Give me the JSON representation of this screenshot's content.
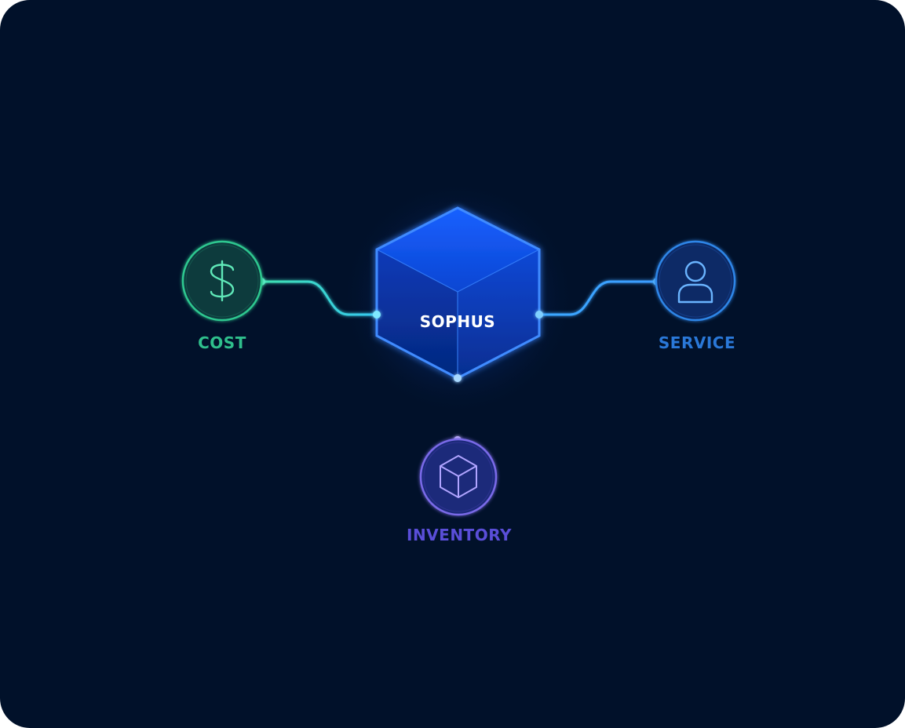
{
  "hub": {
    "label": "SOPHUS",
    "color": "#1e6bff"
  },
  "nodes": [
    {
      "id": "cost",
      "label": "COST",
      "icon": "dollar-icon",
      "color": "#3fd8a0"
    },
    {
      "id": "service",
      "label": "SERVICE",
      "icon": "user-icon",
      "color": "#2f7fe0"
    },
    {
      "id": "inventory",
      "label": "INVENTORY",
      "icon": "box-icon",
      "color": "#6a5be0"
    }
  ]
}
